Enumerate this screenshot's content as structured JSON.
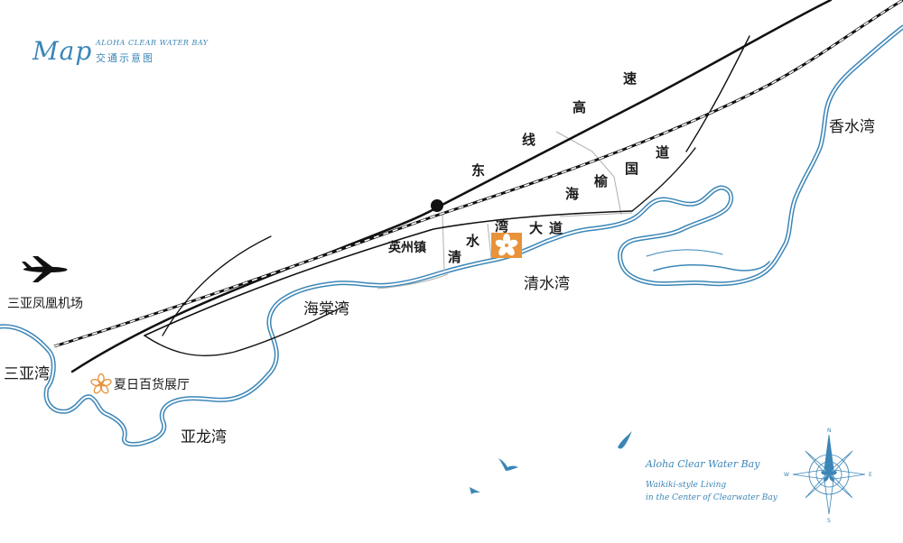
{
  "header": {
    "title_script": "Map",
    "title_en": "ALOHA CLEAR WATER BAY",
    "title_cn": "交通示意图"
  },
  "places": {
    "xiangshuiwan": "香水湾",
    "qingshuiwan": "清水湾",
    "haitangwan": "海棠湾",
    "sanyawan": "三亚湾",
    "yalongwan": "亚龙湾",
    "yingzhou": "英州镇",
    "airport": "三亚凤凰机场",
    "showroom": "夏日百货展厅"
  },
  "roads": {
    "east_expressway": [
      "东",
      "线",
      "高",
      "速"
    ],
    "haiyu_road": [
      "海",
      "榆",
      "国",
      "道"
    ],
    "qingshuiwan_road": [
      "清",
      "水",
      "湾",
      "大",
      "道"
    ]
  },
  "brand": {
    "line1": "Aloha Clear Water Bay",
    "line2": "Waikiki-style Living",
    "line3": "in the Center of Clearwater Bay"
  },
  "compass": {
    "n": "N",
    "s": "S",
    "e": "E",
    "w": "W"
  },
  "colors": {
    "sea": "#3b86b7",
    "road": "#111111",
    "minor_road": "#b0b0b0",
    "project": "#e8923a"
  },
  "icons": {
    "airport": "airplane-icon",
    "showroom": "flower-icon",
    "project": "project-flower-icon",
    "interchange": "interchange-dot-icon",
    "birds": "seagull-icon",
    "compass": "compass-rose-icon"
  }
}
